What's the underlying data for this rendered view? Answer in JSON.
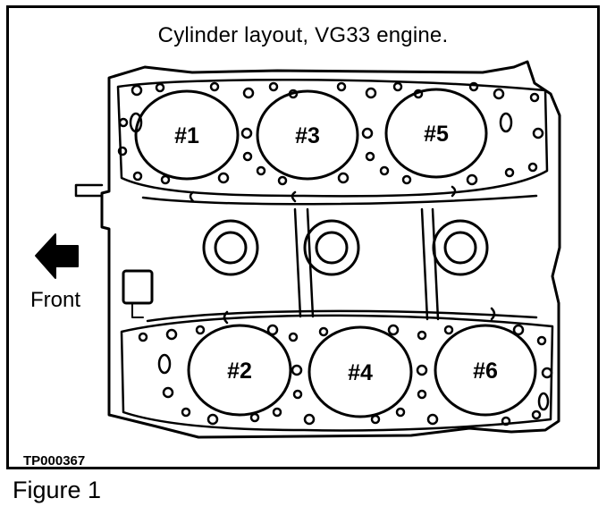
{
  "diagram": {
    "title": "Cylinder layout, VG33 engine.",
    "front_label": "Front",
    "part_code": "TP000367",
    "caption": "Figure 1",
    "cylinders": {
      "top": [
        "#1",
        "#3",
        "#5"
      ],
      "bottom": [
        "#2",
        "#4",
        "#6"
      ]
    },
    "colors": {
      "ink": "#000000",
      "paper": "#ffffff"
    },
    "icons": {
      "front_arrow": "arrow-left-icon"
    }
  }
}
